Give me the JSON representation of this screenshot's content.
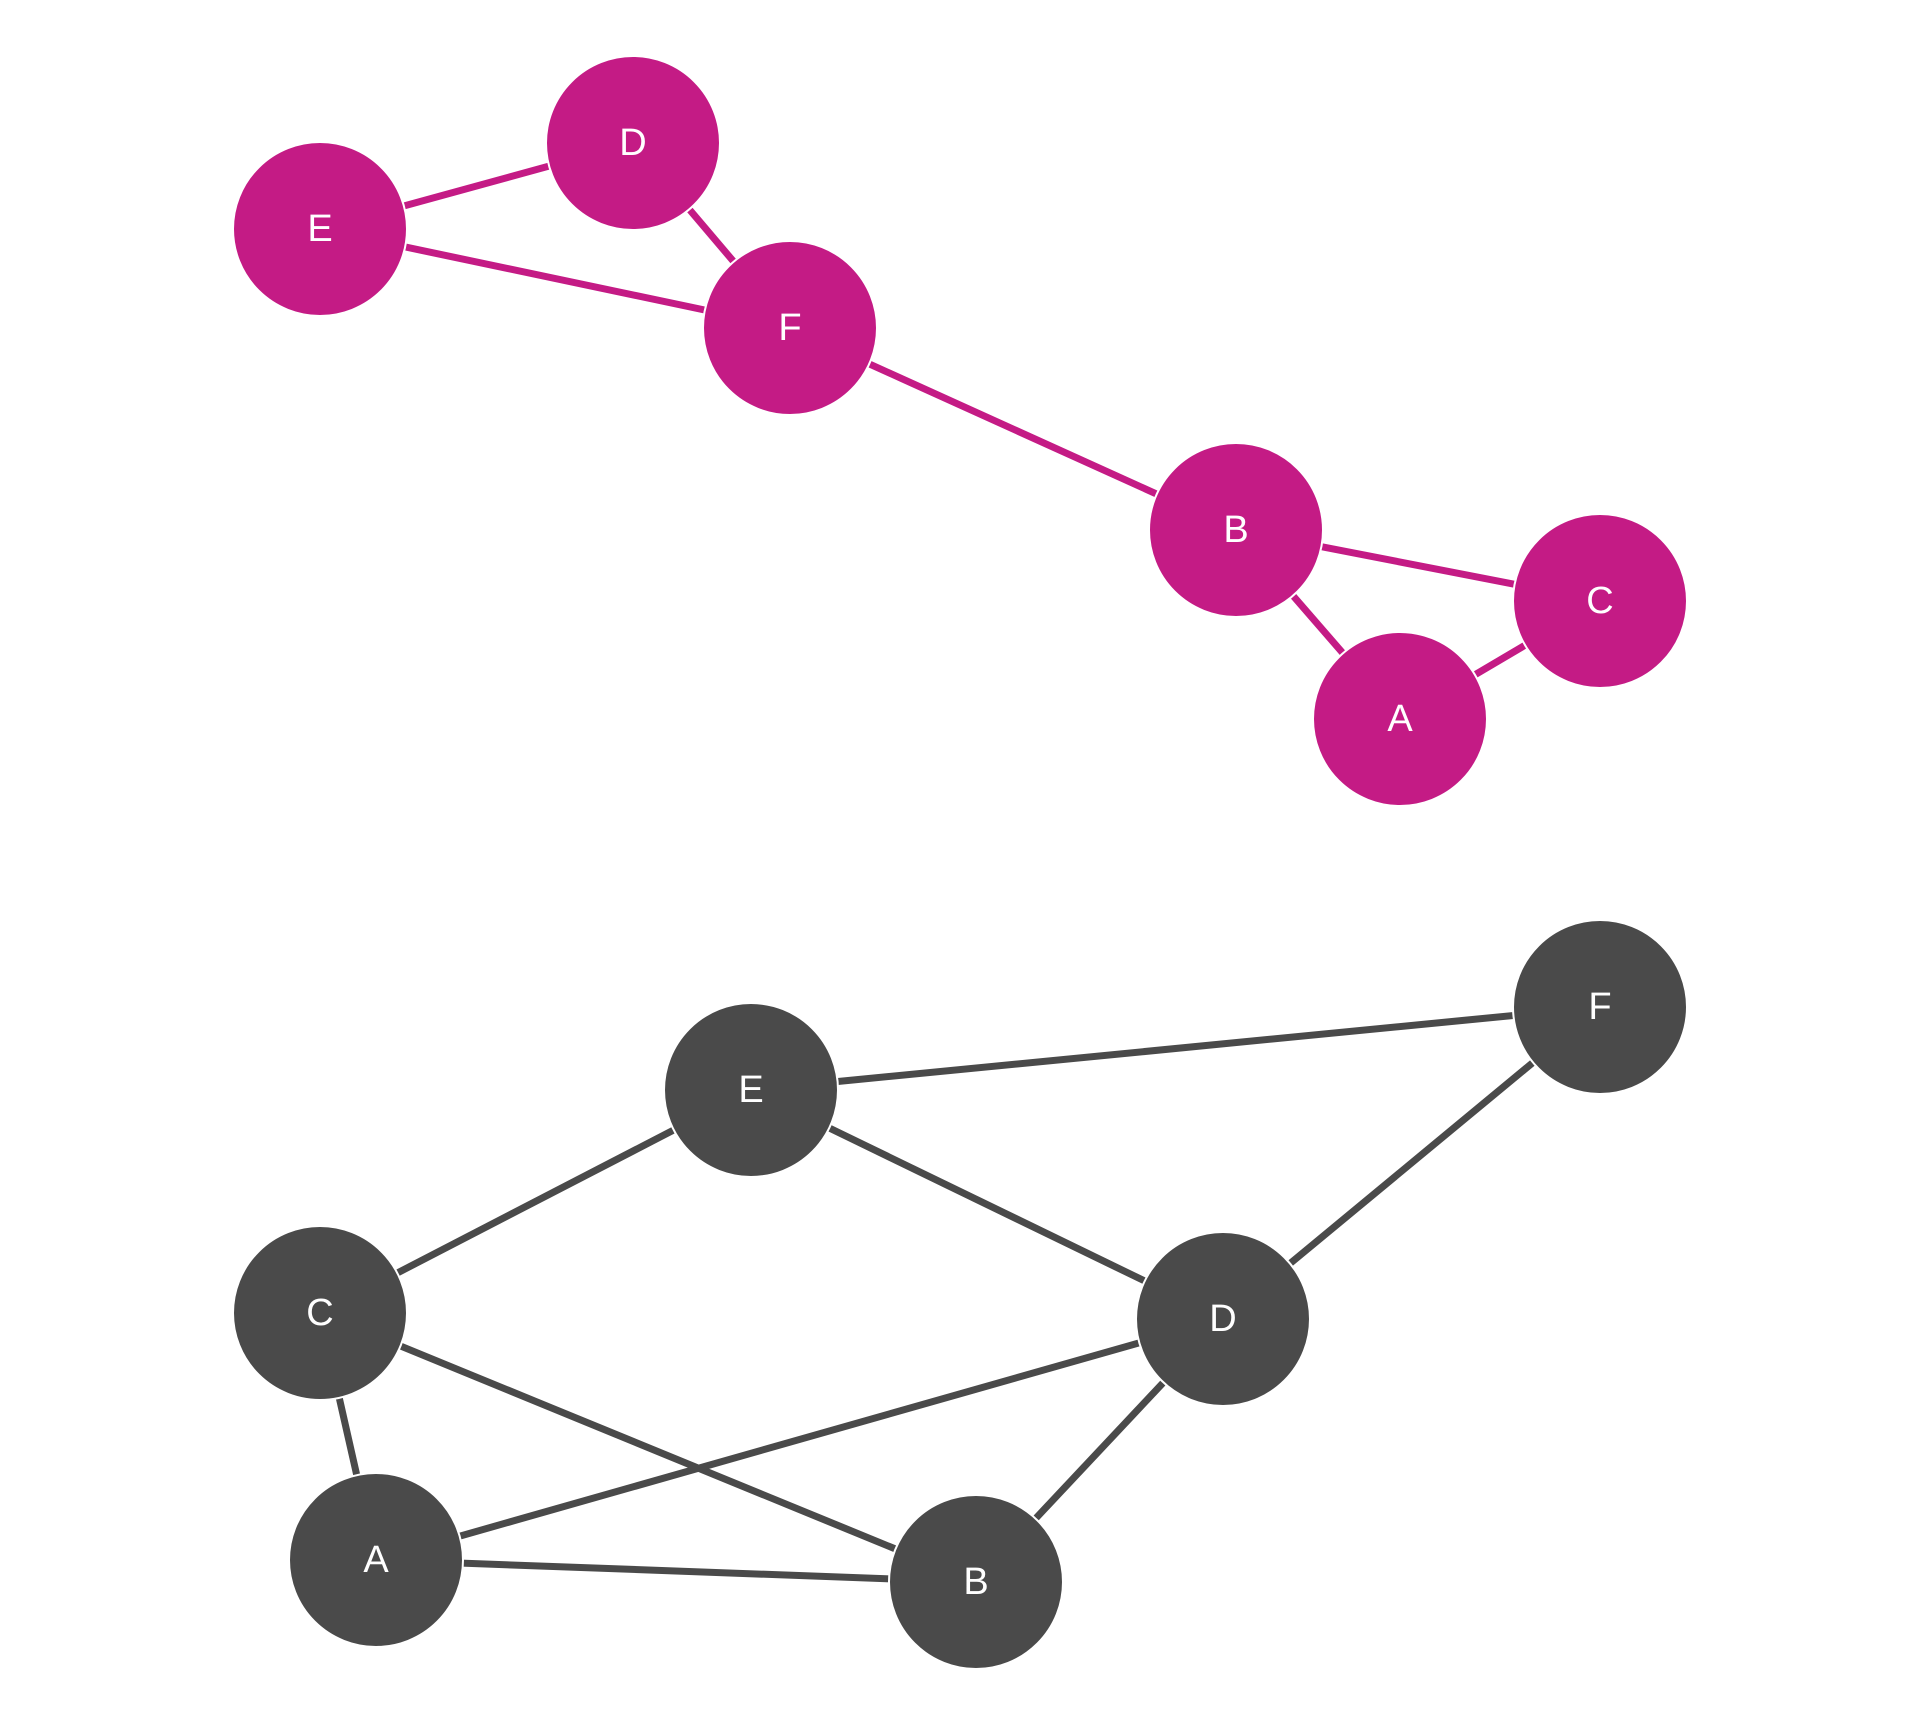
{
  "graphs": [
    {
      "name": "top-graph",
      "color": "#C41B85",
      "nodes": [
        {
          "id": "D",
          "label": "D"
        },
        {
          "id": "E",
          "label": "E"
        },
        {
          "id": "F",
          "label": "F"
        },
        {
          "id": "B",
          "label": "B"
        },
        {
          "id": "C",
          "label": "C"
        },
        {
          "id": "A",
          "label": "A"
        }
      ],
      "edges": [
        [
          "E",
          "D"
        ],
        [
          "E",
          "F"
        ],
        [
          "D",
          "F"
        ],
        [
          "F",
          "B"
        ],
        [
          "B",
          "C"
        ],
        [
          "B",
          "A"
        ],
        [
          "A",
          "C"
        ]
      ]
    },
    {
      "name": "bottom-graph",
      "color": "#4A4A4A",
      "nodes": [
        {
          "id": "E",
          "label": "E"
        },
        {
          "id": "F",
          "label": "F"
        },
        {
          "id": "C",
          "label": "C"
        },
        {
          "id": "D",
          "label": "D"
        },
        {
          "id": "A",
          "label": "A"
        },
        {
          "id": "B",
          "label": "B"
        }
      ],
      "edges": [
        [
          "E",
          "F"
        ],
        [
          "E",
          "C"
        ],
        [
          "E",
          "D"
        ],
        [
          "F",
          "D"
        ],
        [
          "C",
          "A"
        ],
        [
          "C",
          "B"
        ],
        [
          "A",
          "D"
        ],
        [
          "A",
          "B"
        ],
        [
          "D",
          "B"
        ]
      ]
    }
  ]
}
